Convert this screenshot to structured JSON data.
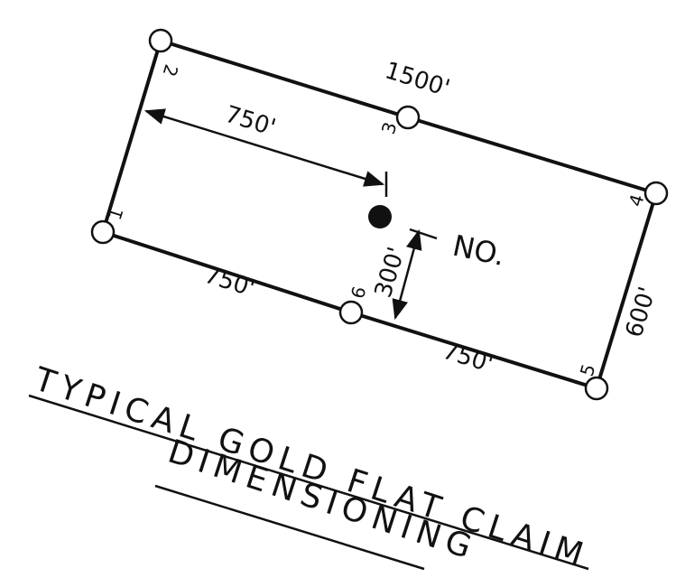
{
  "claim": {
    "corners": [
      {
        "number": "1"
      },
      {
        "number": "2"
      },
      {
        "number": "3"
      },
      {
        "number": "4"
      },
      {
        "number": "5"
      },
      {
        "number": "6"
      }
    ],
    "dimensions": {
      "side_top": "1500'",
      "dim_to_center": "750'",
      "bottom_left": "750'",
      "bottom_right": "750'",
      "end_right": "600'",
      "center_offset": "300'"
    },
    "discovery_label": "NO."
  },
  "title": {
    "line1": "TYPICAL GOLD FLAT CLAIM",
    "line2": "DIMENSIONING"
  },
  "colors": {
    "ink": "#111111",
    "paper": "#ffffff"
  }
}
